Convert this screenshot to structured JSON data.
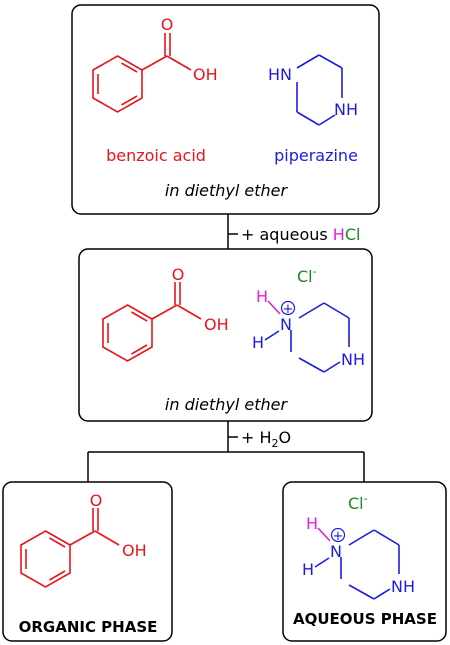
{
  "colors": {
    "acid": "#e8141c",
    "base": "#1c1ce0",
    "chloride": "#1a8a1a",
    "proton": "#e020e0",
    "line": "#000000"
  },
  "box_top": {
    "benzoic_label": "benzoic acid",
    "piperazine_label": "piperazine",
    "solvent": "in diethyl ether"
  },
  "step1": {
    "prefix": "+ aqueous ",
    "h": "H",
    "cl": "Cl"
  },
  "box_middle": {
    "solvent": "in diethyl ether",
    "chloride": "Cl",
    "charge": "-"
  },
  "step2": {
    "prefix": "+ H",
    "sub": "2",
    "suffix": "O"
  },
  "box_organic": {
    "label": "ORGANIC PHASE"
  },
  "box_aqueous": {
    "label": "AQUEOUS PHASE",
    "chloride": "Cl",
    "charge": "-"
  },
  "atoms": {
    "O": "O",
    "OH": "OH",
    "HN": "HN",
    "NH": "NH",
    "N": "N",
    "H": "H",
    "plus": "+"
  }
}
